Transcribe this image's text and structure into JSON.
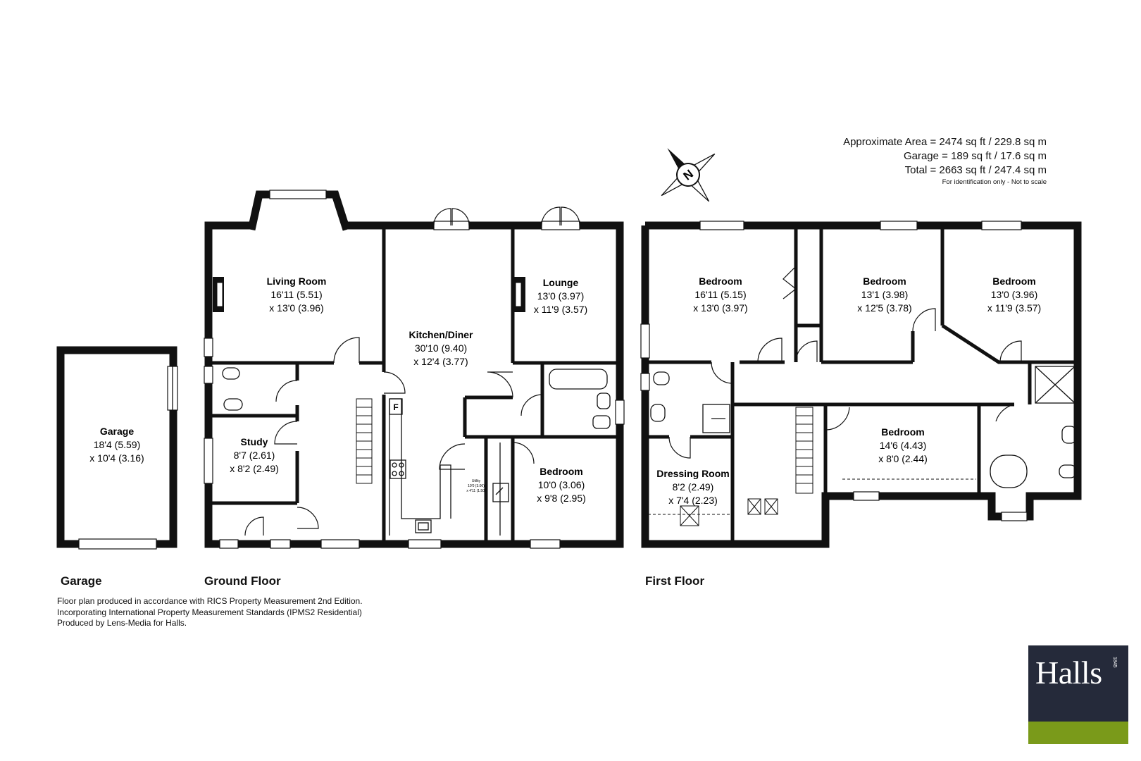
{
  "area": {
    "line1": "Approximate Area = 2474 sq ft / 229.8 sq m",
    "line2": "Garage = 189 sq ft / 17.6 sq m",
    "line3": "Total = 2663 sq ft / 247.4 sq m",
    "note": "For identification only - Not to scale"
  },
  "floors": {
    "garage": "Garage",
    "ground": "Ground Floor",
    "first": "First Floor"
  },
  "footnote": "Floor plan produced in accordance with RICS Property Measurement 2nd Edition. Incorporating International Property Measurement Standards (IPMS2 Residential) Produced by Lens-Media for Halls.",
  "compass": "N",
  "rooms": {
    "garage": {
      "name": "Garage",
      "dim1": "18'4 (5.59)",
      "dim2": "x 10'4 (3.16)"
    },
    "living": {
      "name": "Living Room",
      "dim1": "16'11 (5.51)",
      "dim2": "x 13'0 (3.96)"
    },
    "kitchen": {
      "name": "Kitchen/Diner",
      "dim1": "30'10 (9.40)",
      "dim2": "x 12'4 (3.77)"
    },
    "lounge": {
      "name": "Lounge",
      "dim1": "13'0 (3.97)",
      "dim2": "x 11'9 (3.57)"
    },
    "study": {
      "name": "Study",
      "dim1": "8'7 (2.61)",
      "dim2": "x 8'2 (2.49)"
    },
    "gbed": {
      "name": "Bedroom",
      "dim1": "10'0 (3.06)",
      "dim2": "x 9'8 (2.95)"
    },
    "utility": {
      "name": "Utility",
      "dim1": "10'0 (3.06)",
      "dim2": "x 4'11 (1.50)"
    },
    "fridge": "F",
    "bed1": {
      "name": "Bedroom",
      "dim1": "16'11 (5.15)",
      "dim2": "x 13'0 (3.97)"
    },
    "bed2": {
      "name": "Bedroom",
      "dim1": "13'1 (3.98)",
      "dim2": "x 12'5 (3.78)"
    },
    "bed3": {
      "name": "Bedroom",
      "dim1": "13'0 (3.96)",
      "dim2": "x 11'9 (3.57)"
    },
    "bed4": {
      "name": "Bedroom",
      "dim1": "14'6 (4.43)",
      "dim2": "x 8'0 (2.44)"
    },
    "dressing": {
      "name": "Dressing Room",
      "dim1": "8'2 (2.49)",
      "dim2": "x 7'4 (2.23)"
    }
  },
  "brand": {
    "name": "Halls",
    "year": "1845",
    "bar_color": "#7a9a1a",
    "box_color": "#252a3a"
  }
}
